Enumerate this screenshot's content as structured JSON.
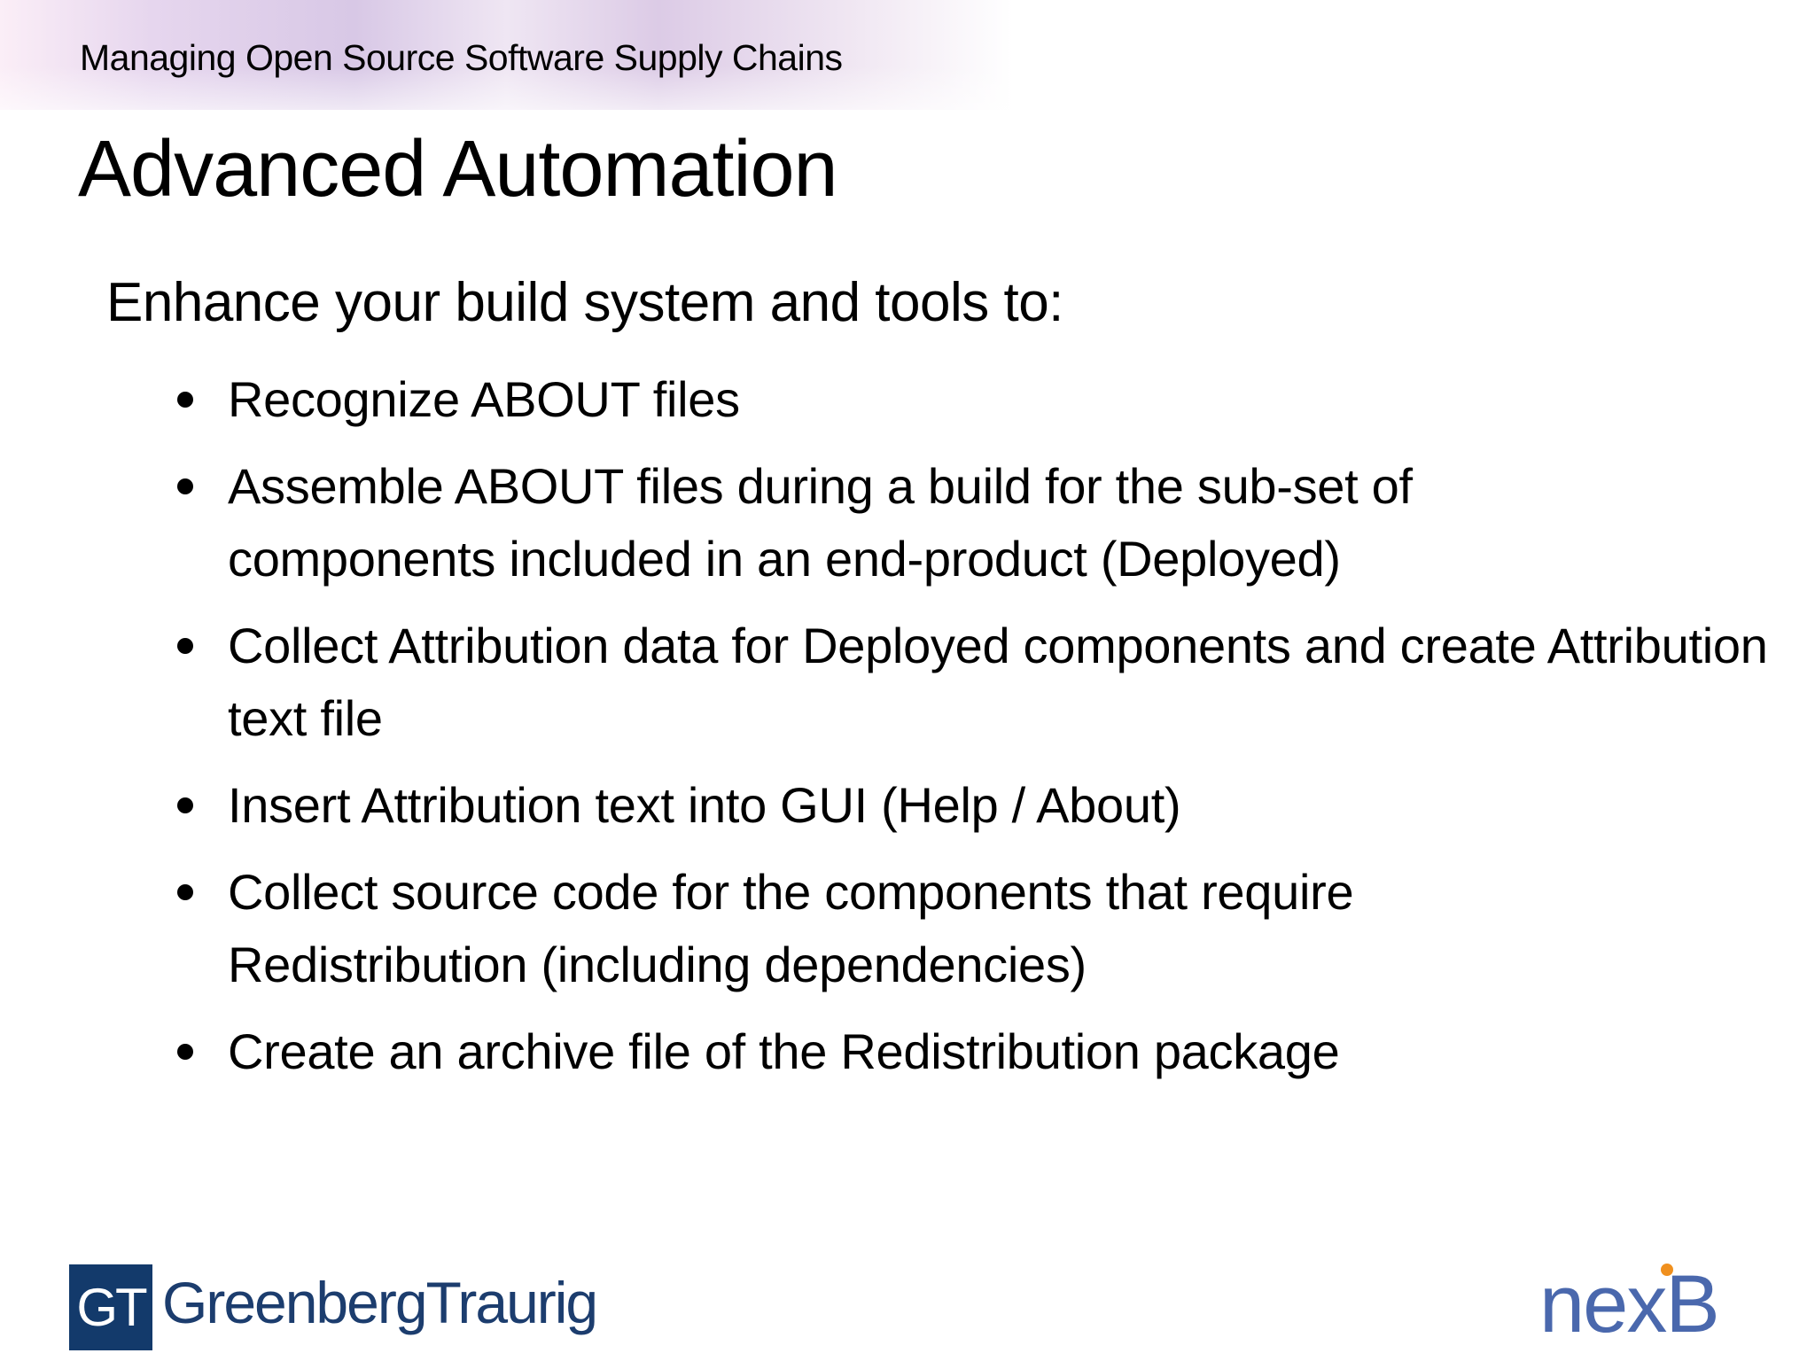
{
  "header": {
    "text": "Managing Open Source Software Supply Chains"
  },
  "slide": {
    "title": "Advanced Automation",
    "intro": "Enhance your build system and tools to:",
    "bullets": [
      "Recognize ABOUT files",
      "Assemble ABOUT files during a build for the sub-set of components included in an end-product (Deployed)",
      "Collect Attribution data for Deployed components and create Attribution text file",
      "Insert Attribution text into GUI (Help / About)",
      "Collect source code for the components that require Redistribution (including dependencies)",
      "Create an archive file of the Redistribution package"
    ]
  },
  "footer": {
    "left_logo": {
      "mark": "GT",
      "name": "GreenbergTraurig",
      "color": "#133a6b"
    },
    "right_logo": {
      "name": "nexB",
      "color": "#4a68ad",
      "accent": "#f0901e"
    }
  }
}
